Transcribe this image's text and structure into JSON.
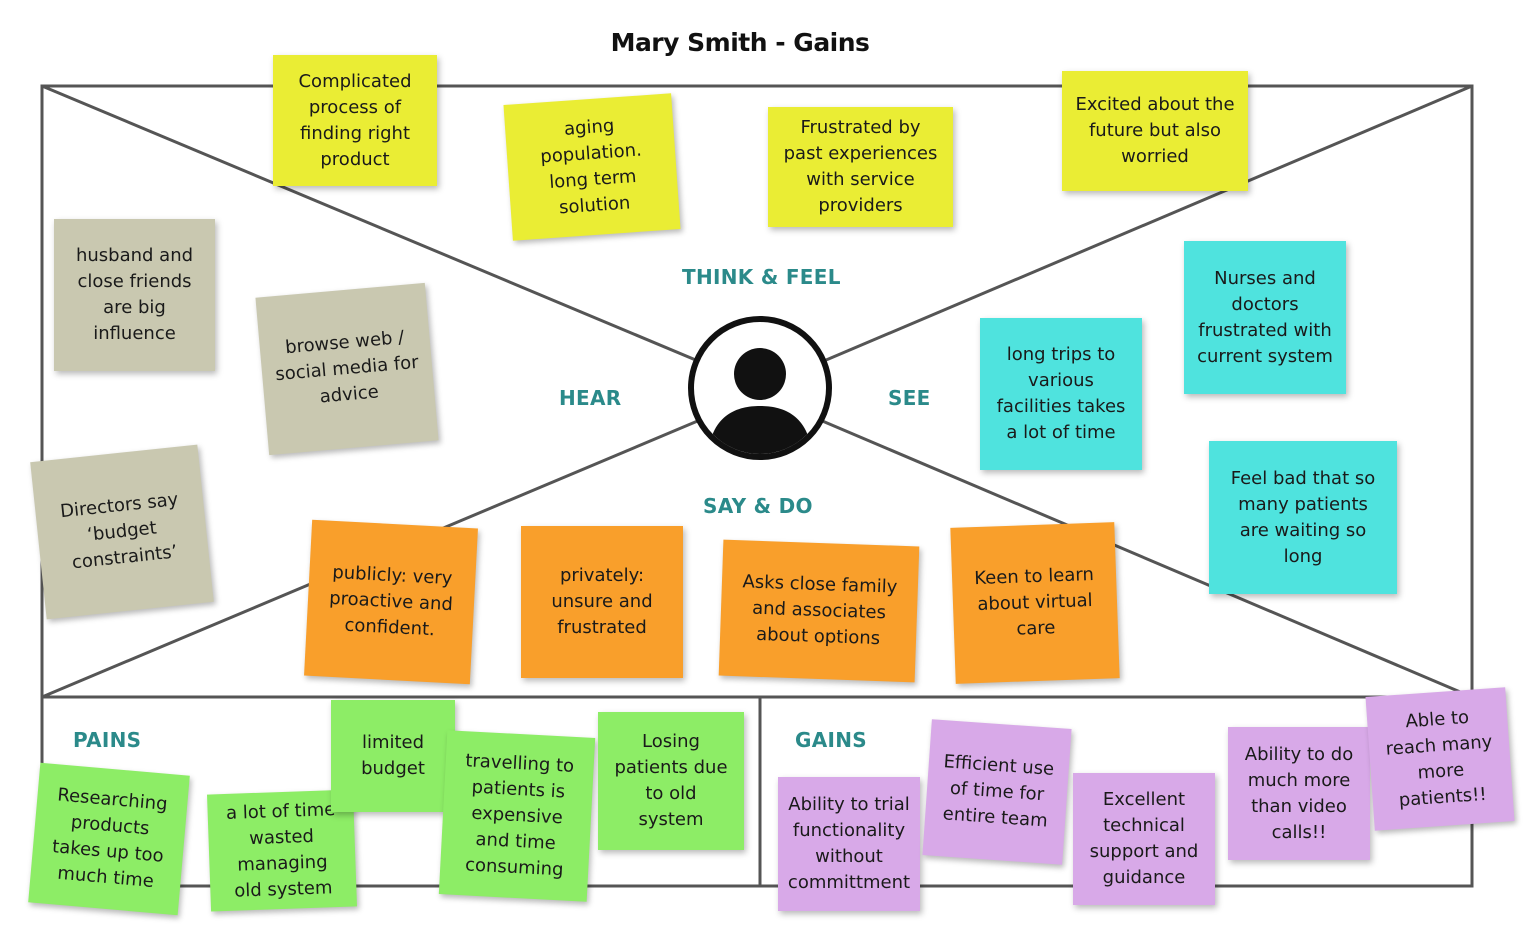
{
  "title": "Mary Smith - Gains",
  "quadrants": {
    "think_feel": "THINK & FEEL",
    "hear": "HEAR",
    "see": "SEE",
    "say_do": "SAY & DO",
    "pains": "PAINS",
    "gains": "GAINS"
  },
  "colors": {
    "label": "#2b8a8a",
    "yellow": "#eaed34",
    "gray": "#c9c8b0",
    "cyan": "#4fe3de",
    "orange": "#f99f2b",
    "green": "#8ded66",
    "purple": "#d8a9e8"
  },
  "icons": {
    "avatar": "user-avatar-icon"
  },
  "notes": {
    "think_feel": [
      "Complicated process of finding right product",
      "aging population. long term solution",
      "Frustrated by past experiences with service providers",
      "Excited about the future but also worried"
    ],
    "hear": [
      "husband and close friends are big influence",
      "browse web / social media for advice",
      "Directors say ‘budget constraints’"
    ],
    "see": [
      "Nurses and doctors frustrated with current system",
      "long trips to various facilities takes a lot of time",
      "Feel bad that so many patients are waiting so long"
    ],
    "say_do": [
      "publicly: very proactive and confident.",
      "privately: unsure and frustrated",
      "Asks close family and associates about options",
      "Keen to learn about virtual care"
    ],
    "pains": [
      "Researching products takes up too much time",
      "a lot of time wasted managing old system",
      "limited budget",
      "travelling to patients is expensive and time consuming",
      "Losing patients due to old system"
    ],
    "gains": [
      "Ability to trial functionality without committment",
      "Efficient use of time for entire team",
      "Excellent technical support and guidance",
      "Ability to do much more than video calls!!",
      "Able to reach many more patients!!"
    ]
  }
}
